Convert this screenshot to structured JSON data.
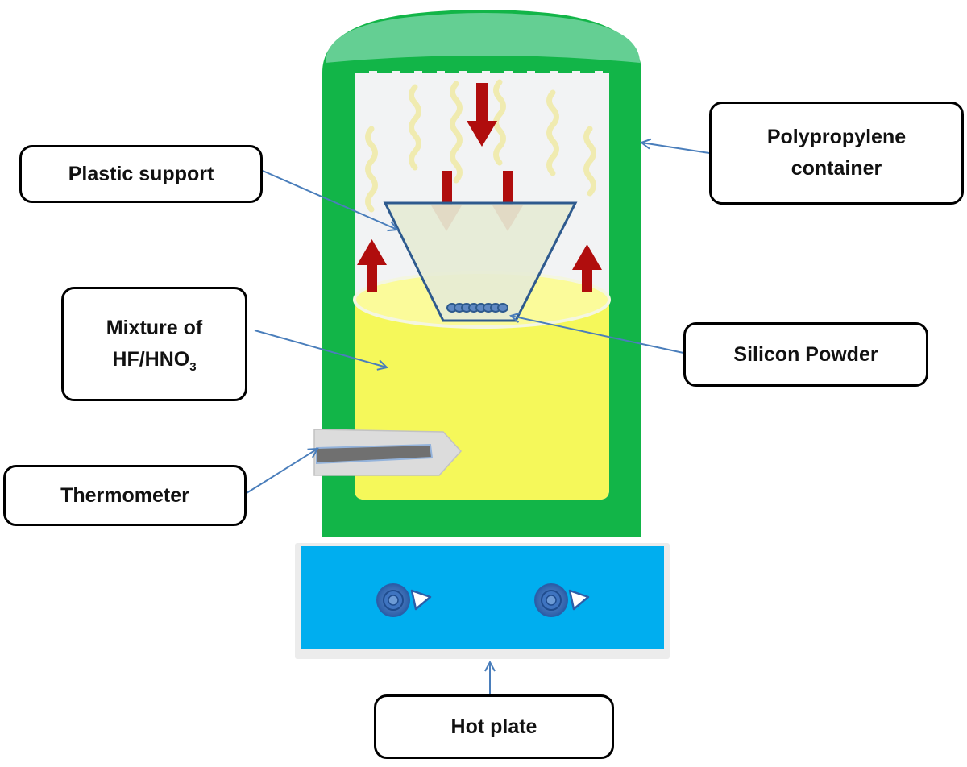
{
  "labels": {
    "plastic_support": "Plastic support",
    "mixture_line1": "Mixture of",
    "mixture_line2": "HF/HNO",
    "mixture_subscript": "3",
    "thermometer": "Thermometer",
    "polypropylene_line1": "Polypropylene",
    "polypropylene_line2": "container",
    "silicon_powder": "Silicon Powder",
    "hot_plate": "Hot plate"
  },
  "colors": {
    "container_green": "#12b548",
    "lid_green": "#56c98a",
    "liquid_yellow": "#f5f85a",
    "vapor_yellow": "#f6f1b8",
    "arrow_red": "#b00d0d",
    "hot_plate_blue": "#00aeef",
    "leader_line_blue": "#4a7ebb",
    "support_outline": "#2e5a8e",
    "powder_blue": "#3a6aa6"
  },
  "icons": [
    "down-arrow-icon",
    "up-arrow-icon",
    "hot-plate-knob-icon",
    "thermometer-icon"
  ]
}
